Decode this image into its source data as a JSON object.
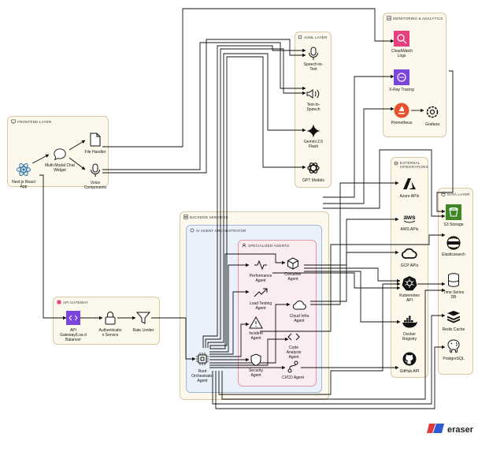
{
  "groups": {
    "frontend": "FRONTEND LAYER",
    "api_gateway": "API GATEWAY",
    "backend": "BACKEND SERVICES",
    "ai_orchestrator": "AI AGENT ORCHESTRATOR",
    "specialized_agents": "SPECIALIZED AGENTS",
    "aiml": "AI/ML LAYER",
    "monitoring": "MONITORING & ANALYTICS",
    "external": "EXTERNAL INTEGRATIONS",
    "data": "DATA LAYER"
  },
  "nodes": {
    "nextjs": "Next.js React App",
    "chat_widget": "Multi-Modal Chat Widget",
    "file_handler": "File Handler",
    "voice": "Voice Components",
    "api_gw": "API Gateway/Loa d Balancer",
    "auth": "Authenticatio n Service",
    "rate_limiter": "Rate Limiter",
    "root_orch": "Root Orchestrator Agent",
    "perf": "Performance Agent",
    "container": "Container Agent",
    "load_test": "Load Testing Agent",
    "cloud_infra": "Cloud Infra Agent",
    "incident": "Incident Agent",
    "code_analysis": "Code Analysis Agent",
    "security": "Security Agent",
    "cicd": "CI/CD Agent",
    "stt": "Speech-to- Text",
    "tts": "Text-to- Speech",
    "gemini": "Gemini 2.5 Flash",
    "gpt": "GPT Models",
    "cloudwatch": "CloudWatch Logs",
    "xray": "X-Ray Tracing",
    "prometheus": "Prometheus",
    "grafana": "Grafana",
    "azure": "Azure APIs",
    "aws": "AWS APIs",
    "gcp": "GCP APIs",
    "k8s": "Kubernetes API",
    "docker": "Docker Registry",
    "github": "GitHub API",
    "s3": "S3 Storage",
    "elastic": "Elasticsearch",
    "timeseries": "Time Series DB",
    "redis": "Redis Cache",
    "postgres": "PostgreSQL"
  },
  "brand": "eraser",
  "colors": {
    "react": "#1f6fa8",
    "aws_pink": "#e7407e",
    "aws_purple": "#7a45d9",
    "prom": "#e6522c",
    "group_tan": "#fdf8ec",
    "group_blue": "#eaf1fb",
    "group_red": "#fbecef",
    "s3_green": "#3f8624",
    "brand_red": "#e13a3a",
    "brand_blue": "#2c5bd6"
  }
}
